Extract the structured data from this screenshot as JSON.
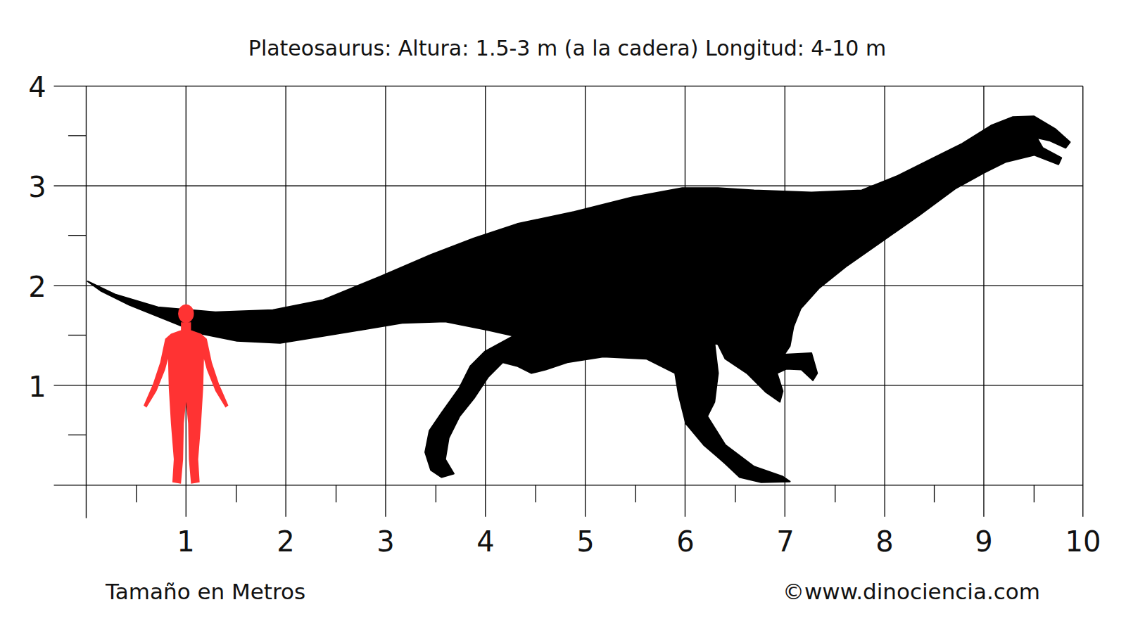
{
  "diagram": {
    "title": "Plateosaurus: Altura: 1.5-3 m (a la cadera) Longitud: 4-10 m",
    "labels": [
      "4",
      "3",
      "2",
      "1",
      "1",
      "2",
      "3",
      "4",
      "5",
      "6",
      "7",
      "8",
      "9",
      "10",
      "Tamaño en Metros",
      "©www.dinociencia.com"
    ]
  }
}
